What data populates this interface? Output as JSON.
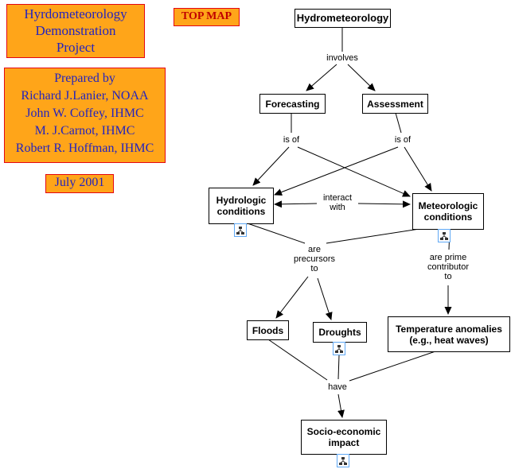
{
  "header": {
    "title_lines": [
      "Hyrdometeorology",
      "Demonstration",
      "Project"
    ],
    "top_map_label": "TOP MAP",
    "credits_lines": [
      "Prepared by",
      "Richard J.Lanier, NOAA",
      "John W. Coffey, IHMC",
      "M. J.Carnot, IHMC",
      "Robert R. Hoffman, IHMC"
    ],
    "date_label": "July 2001"
  },
  "concepts": {
    "hydrometeorology": {
      "label": "Hydrometeorology"
    },
    "forecasting": {
      "label": "Forecasting"
    },
    "assessment": {
      "label": "Assessment"
    },
    "hydrologic": {
      "lines": [
        "Hydrologic",
        "conditions"
      ],
      "has_resource_icon": true
    },
    "meteorologic": {
      "lines": [
        "Meteorologic",
        "conditions"
      ],
      "has_resource_icon": true
    },
    "floods": {
      "label": "Floods"
    },
    "droughts": {
      "label": "Droughts",
      "has_resource_icon": true
    },
    "temperature_anomalies": {
      "lines": [
        "Temperature anomalies",
        "(e.g., heat waves)"
      ]
    },
    "socioeconomic_impact": {
      "lines": [
        "Socio-economic",
        "impact"
      ],
      "has_resource_icon": true
    }
  },
  "linking_phrases": {
    "involves": "involves",
    "is_of_left": "is of",
    "is_of_right": "is of",
    "interact_with": [
      "interact",
      "with"
    ],
    "are_precursors_to": [
      "are",
      "precursors",
      "to"
    ],
    "are_prime_contributor_to": [
      "are prime",
      "contributor",
      "to"
    ],
    "have": "have"
  },
  "colors": {
    "note_background": "#FFA519",
    "note_border": "#E30613",
    "note_text": "#2323BE",
    "top_map_text": "#C00000",
    "concept_border": "#000000",
    "concept_text": "#000000",
    "connector_line": "#000000",
    "resource_icon_border": "#5FA8F5"
  }
}
